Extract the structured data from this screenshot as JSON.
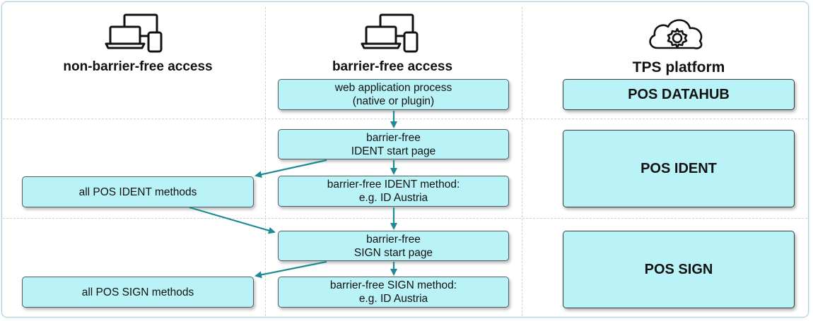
{
  "columns": {
    "non_barrier_free": "non-barrier-free access",
    "barrier_free": "barrier-free access",
    "platform": "TPS platform"
  },
  "barrier_free_boxes": {
    "web_app": "web application process\n(native or plugin)",
    "ident_start": "barrier-free\nIDENT start page",
    "ident_method": "barrier-free IDENT method:\ne.g. ID Austria",
    "sign_start": "barrier-free\nSIGN start page",
    "sign_method": "barrier-free SIGN method:\ne.g. ID Austria"
  },
  "non_barrier_free_boxes": {
    "ident_methods": "all POS IDENT methods",
    "sign_methods": "all POS SIGN methods"
  },
  "platform_boxes": {
    "datahub": "POS DATAHUB",
    "ident": "POS IDENT",
    "sign": "POS SIGN"
  },
  "icons": [
    "devices-icon",
    "devices-icon",
    "cloud-gear-icon"
  ],
  "colors": {
    "box_fill": "#b9f3f7",
    "arrow": "#1d8a94",
    "frame": "#a9cfd8"
  }
}
